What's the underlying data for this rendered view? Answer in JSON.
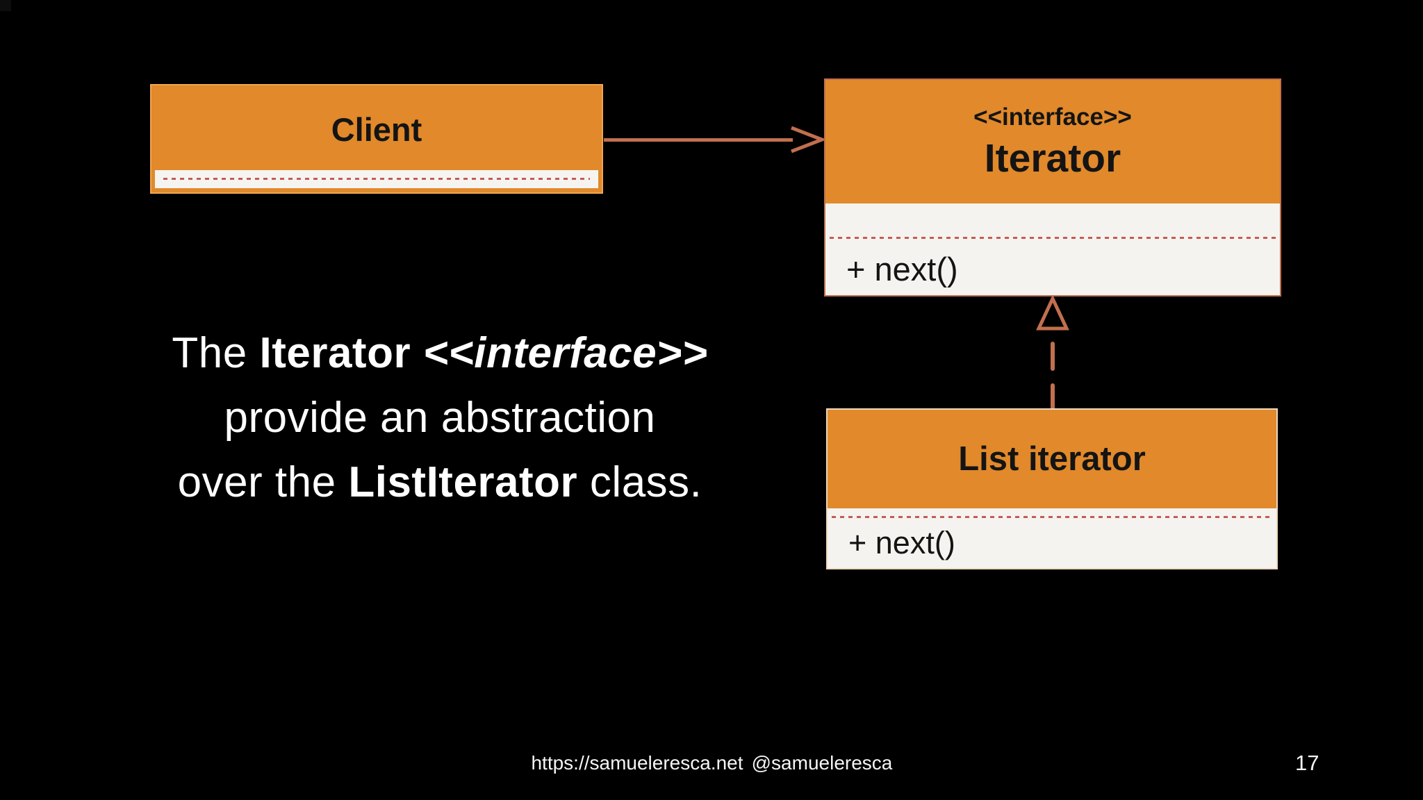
{
  "slide": {
    "caption": {
      "the": "The ",
      "iterator_bold": "Iterator ",
      "interface_bold_italic": "<<interface>>",
      "line2": "provide an abstraction",
      "over_the": "over the ",
      "listiterator_bold": "ListIterator",
      "class_suffix": " class."
    },
    "footer": {
      "url": "https://samueleresca.net",
      "handle": "@samueleresca",
      "page_number": "17"
    }
  },
  "diagram": {
    "client": {
      "title": "Client"
    },
    "iterator": {
      "stereotype": "<<interface>>",
      "title": "Iterator",
      "method": "+ next()"
    },
    "list_iterator": {
      "title": "List iterator",
      "method": "+ next()"
    },
    "connectors": {
      "association": "client-to-iterator-association-arrow",
      "realization": "listiterator-implements-iterator-arrow"
    }
  },
  "colors": {
    "background": "#000000",
    "box_orange": "#e1892b",
    "connector_terracotta": "#c16f4f",
    "compartment_dash_red": "#c45c55",
    "compartment_bg": "#f5f3ef",
    "box_text": "#141414",
    "slide_text": "#ffffff"
  }
}
